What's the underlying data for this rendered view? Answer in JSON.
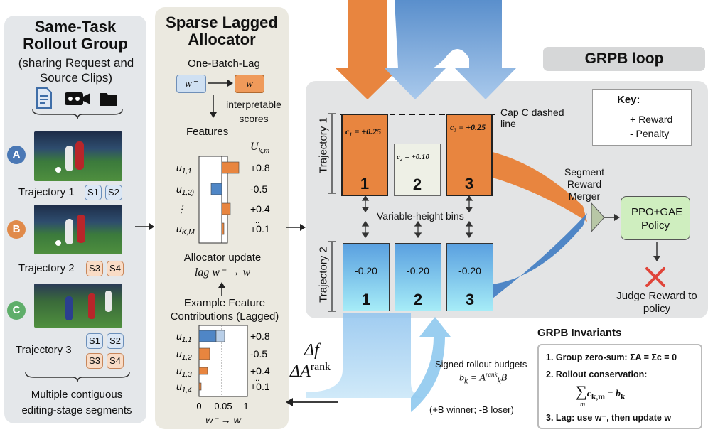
{
  "left": {
    "title": "Same-Task Rollout Group",
    "subtitle": "(sharing Request and Source Clips)",
    "trajectories": [
      {
        "badge": "A",
        "label": "Trajectory 1",
        "segments": [
          "S1",
          "S2"
        ]
      },
      {
        "badge": "B",
        "label": "Trajectory 2",
        "segments": [
          "S3",
          "S4"
        ]
      },
      {
        "badge": "C",
        "label": "Trajectory 3",
        "segments": [
          "S1",
          "S2",
          "S3",
          "S4"
        ]
      }
    ],
    "footer": "Multiple contiguous editing-stage segments",
    "colors": {
      "A": "#4a78b5",
      "B": "#e08a4a",
      "C": "#5fae6a"
    }
  },
  "allocator": {
    "title": "Sparse Lagged Allocator",
    "lag_title": "One-Batch-Lag",
    "w_minus": "w⁻",
    "w": "w",
    "interp": "interpretable scores",
    "features": "Features",
    "u_header": "U",
    "u_header_sub": "k,m",
    "update_label": "Allocator update",
    "update_formula": "lag w⁻ → w",
    "example_title": "Example Feature Contributions (Lagged)",
    "axis_ticks": [
      "0",
      "0.05",
      "1"
    ],
    "axis_label": "w⁻ → w",
    "top_chart": {
      "rows": [
        {
          "label": "u",
          "sub": "1,1",
          "value": 0.8,
          "text": "+0.8"
        },
        {
          "label": "u",
          "sub": "1,2)",
          "value": -0.5,
          "text": "-0.5"
        },
        {
          "label": "⋮",
          "sub": "",
          "value": 0.4,
          "text": "+0.4"
        },
        {
          "label": "u",
          "sub": "K,M",
          "value": 0.1,
          "text": "+0.1"
        }
      ],
      "ellipsis": "..."
    },
    "bottom_chart": {
      "rows": [
        {
          "label": "u",
          "sub": "1,1",
          "value": 0.8,
          "text": "+0.8"
        },
        {
          "label": "u",
          "sub": "1,2",
          "value": -0.5,
          "text": "-0.5"
        },
        {
          "label": "u",
          "sub": "1,3",
          "value": 0.4,
          "text": "+0.4"
        },
        {
          "label": "u",
          "sub": "1,4",
          "value": 0.1,
          "text": "+0.1"
        }
      ],
      "ellipsis": "..."
    }
  },
  "loop": {
    "title": "GRPB loop",
    "traj1_label": "Trajectory 1",
    "traj2_label": "Trajectory 2",
    "cap_label": "Cap C dashed line",
    "bins_label": "Variable-height bins",
    "top_bins": [
      {
        "id": "1",
        "c": "c₁ = +0.25"
      },
      {
        "id": "2",
        "c": "c₂ = +0.10"
      },
      {
        "id": "3",
        "c": "c₃ = +0.25"
      }
    ],
    "bottom_bins": [
      {
        "id": "1",
        "value": "-0.20"
      },
      {
        "id": "2",
        "value": "-0.20"
      },
      {
        "id": "3",
        "value": "-0.20"
      }
    ],
    "key_title": "Key:",
    "key_reward": "+ Reward",
    "key_penalty": "- Penalty",
    "merger": "Segment Reward Merger",
    "policy": "PPO+GAE Policy",
    "judge": "Judge Reward to policy",
    "colors": {
      "reward": "#e8853f",
      "penalty": "#4f86c6",
      "policy": "#cfeebf",
      "cross": "#e0453a"
    }
  },
  "bottom": {
    "delta_f": "Δf",
    "delta_a": "ΔA",
    "delta_a_sup": "rank",
    "budget_title": "Signed rollout budgets",
    "budget_formula": "b",
    "winner_loser": "(+B winner; -B loser)",
    "invariants_title": "GRPB Invariants",
    "inv1": "1. Group zero-sum: ΣA = Σc = 0",
    "inv2": "2. Rollout conservation:",
    "inv3": "3. Lag: use w⁻, then update w"
  }
}
